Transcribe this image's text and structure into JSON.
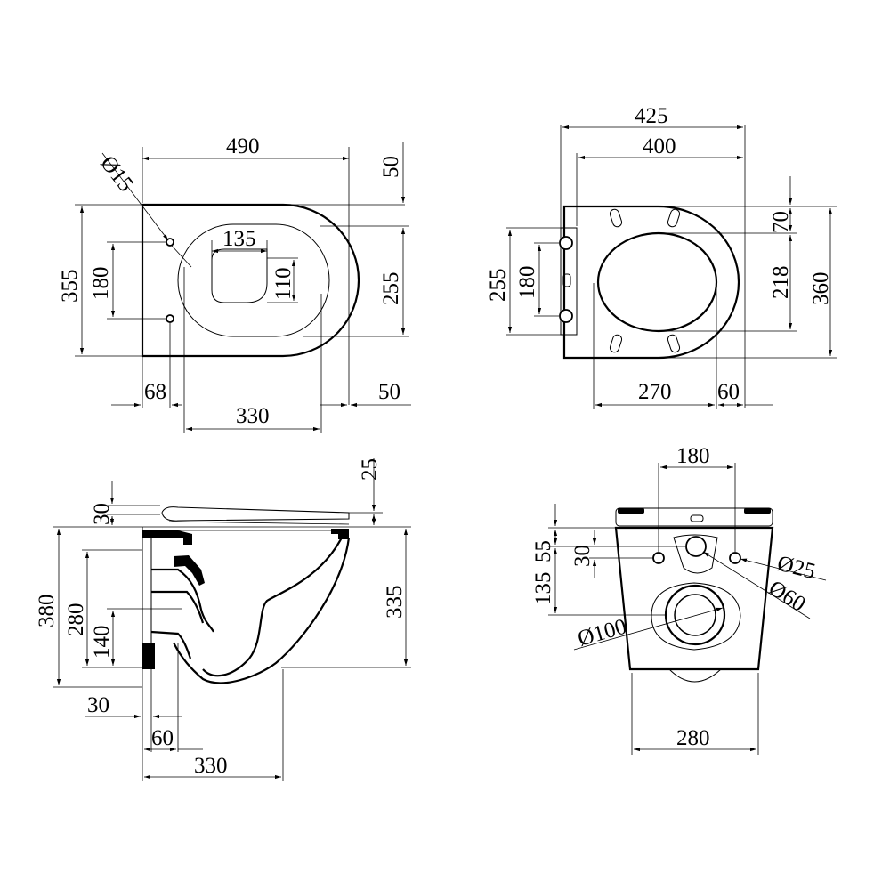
{
  "top_view": {
    "overall_length": "490",
    "top_margin": "50",
    "diameter_hole": "Ø15",
    "width": "355",
    "hole_spacing": "180",
    "opening_width": "135",
    "opening_depth": "110",
    "bowl_width": "255",
    "hole_offset": "68",
    "front_margin": "50",
    "bowl_length": "330"
  },
  "seat_view": {
    "outer_length": "425",
    "inner_length": "400",
    "bolt_spacing": "180",
    "bowl_width": "255",
    "top_offset": "70",
    "opening_width": "218",
    "seat_width": "360",
    "opening_length": "270",
    "front_margin": "60"
  },
  "side_view": {
    "seat_thickness": "25",
    "seat_gap": "30",
    "total_height": "380",
    "bolt_height": "280",
    "outlet_height": "140",
    "bowl_height": "335",
    "wall_offset": "30",
    "outlet_offset": "60",
    "depth": "330"
  },
  "back_view": {
    "bolt_spacing": "180",
    "inlet_offset": "55",
    "hole_offset": "30",
    "outlet_offset": "135",
    "diameter_bolt": "Ø25",
    "diameter_inlet": "Ø60",
    "diameter_outlet": "Ø100",
    "width": "280"
  }
}
